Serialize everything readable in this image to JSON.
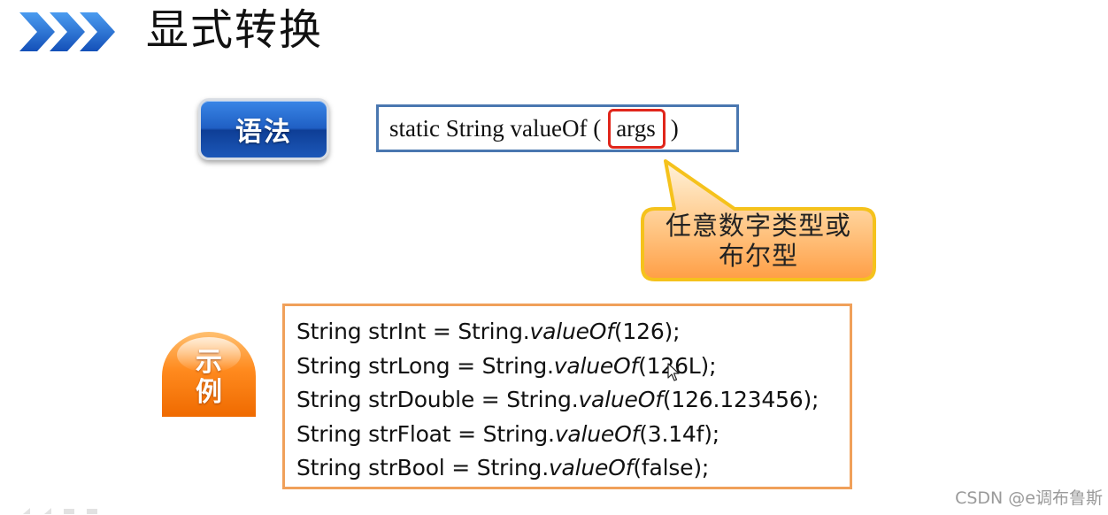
{
  "header": {
    "title": "显式转换"
  },
  "syntax": {
    "badge_label": "语法",
    "signature_prefix": "static String valueOf (",
    "signature_arg": "args",
    "signature_suffix": ")",
    "callout_line1": "任意数字类型或",
    "callout_line2": "布尔型"
  },
  "example": {
    "badge_line1": "示",
    "badge_line2": "例",
    "lines": [
      {
        "pre": "String strInt = String.",
        "method": "valueOf",
        "post": "(126);"
      },
      {
        "pre": "String strLong = String.",
        "method": "valueOf",
        "post": "(126L);"
      },
      {
        "pre": "String strDouble = String.",
        "method": "valueOf",
        "post": "(126.123456);"
      },
      {
        "pre": "String strFloat = String.",
        "method": "valueOf",
        "post": "(3.14f);"
      },
      {
        "pre": "String strBool = String.",
        "method": "valueOf",
        "post": "(false);"
      }
    ]
  },
  "watermark": {
    "text": "CSDN @e调布鲁斯"
  },
  "colors": {
    "chevron_blue": "#1f5fc4",
    "syntax_border": "#4a77b0",
    "args_highlight": "#e0261b",
    "callout_fill": "#ffc27a",
    "callout_border": "#f5c21c",
    "example_orange": "#f07a10",
    "code_border": "#f0a05a"
  }
}
